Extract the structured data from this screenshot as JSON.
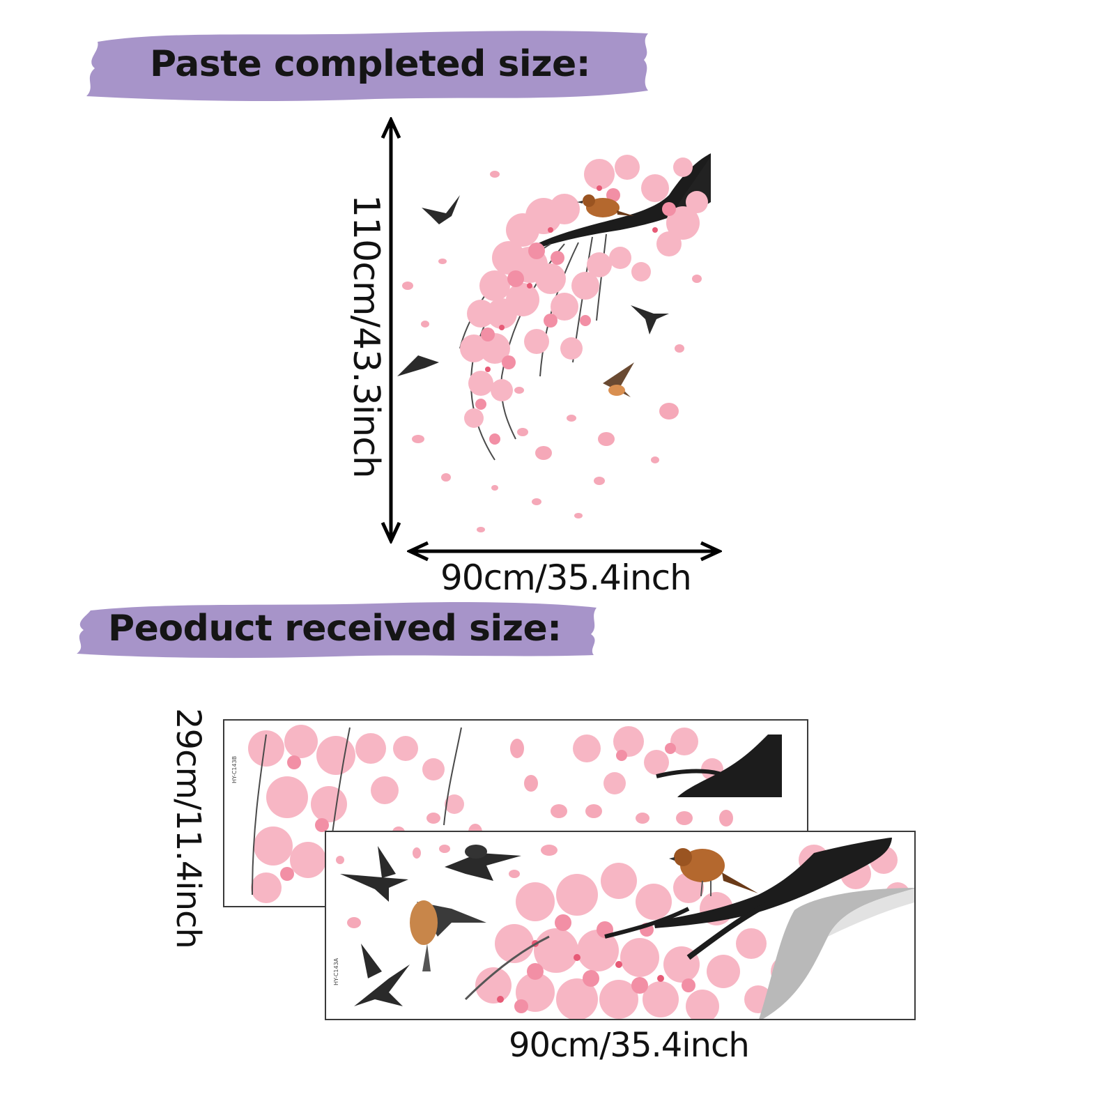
{
  "banners": {
    "completed": {
      "text": "Paste completed size:",
      "color": "#a794c9"
    },
    "received": {
      "text": "Peoduct received size:",
      "color": "#a794c9"
    }
  },
  "completed_dims": {
    "height": "110cm/43.3inch",
    "width": "90cm/35.4inch"
  },
  "received_dims": {
    "height": "29cm/11.4inch",
    "width": "90cm/35.4inch"
  },
  "sheet_codes": {
    "back": "HY-C143B",
    "front": "HY-C143A"
  },
  "colors": {
    "blossom_light": "#f7b6c4",
    "blossom_mid": "#f28fa5",
    "blossom_dark": "#e75a76",
    "branch": "#1c1c1c",
    "bird_brown": "#b4682e",
    "swallow": "#2a2a2a",
    "peel_grey": "#b9b9b9"
  },
  "icons": [
    "arrow-vertical-icon",
    "arrow-horizontal-icon",
    "cherry-blossom-illustration",
    "swallow-icon",
    "sparrow-icon",
    "peel-corner-icon"
  ]
}
